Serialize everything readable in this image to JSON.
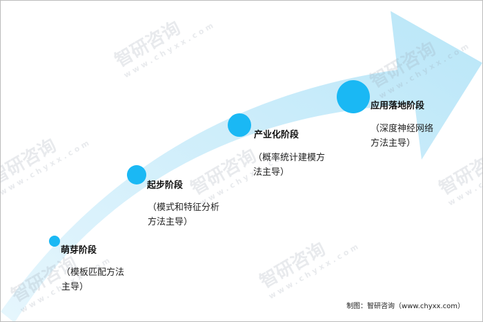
{
  "stages": [
    {
      "title": "萌芽阶段",
      "desc_line1": "（模板匹配方法",
      "desc_line2": "主导）"
    },
    {
      "title": "起步阶段",
      "desc_line1": "（模式和特征分析",
      "desc_line2": "方法主导）"
    },
    {
      "title": "产业化阶段",
      "desc_line1": "（概率统计建模方",
      "desc_line2": "法主导）"
    },
    {
      "title": "应用落地阶段",
      "desc_line1": "（深度神经网络",
      "desc_line2": "方法主导）"
    }
  ],
  "watermark": {
    "name": "智研咨询",
    "url": "www.chyxx.com"
  },
  "source": "制图：智研咨询（www.chyxx.com）",
  "colors": {
    "arrow": "#c9ecfa",
    "dot": "#1ab8f4"
  }
}
